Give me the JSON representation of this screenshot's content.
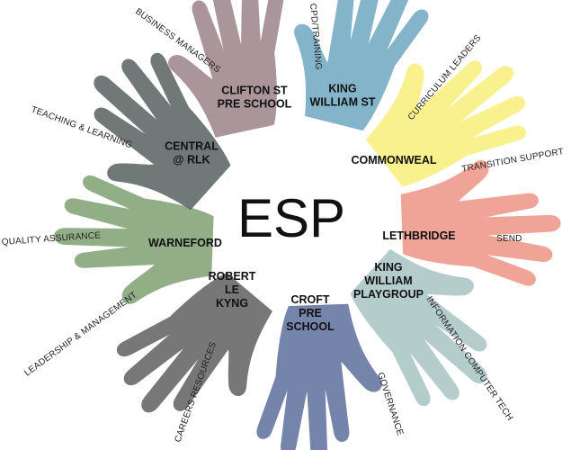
{
  "center": {
    "text": "ESP"
  },
  "hands": [
    {
      "id": "clifton",
      "color": "#9b8289",
      "lines": [
        "CLIFTON ST",
        "PRE SCHOOL"
      ]
    },
    {
      "id": "kingwilliam",
      "color": "#6fa7c0",
      "lines": [
        "KING",
        "WILLIAM ST"
      ]
    },
    {
      "id": "commonweal",
      "color": "#f7ef7a",
      "lines": [
        "COMMONWEAL"
      ]
    },
    {
      "id": "lethbridge",
      "color": "#ec9485",
      "lines": [
        "LETHBRIDGE"
      ]
    },
    {
      "id": "playgroup",
      "color": "#a7c4c2",
      "lines": [
        "KING",
        "WILLIAM",
        "PLAYGROUP"
      ]
    },
    {
      "id": "croft",
      "color": "#5d6f9c",
      "lines": [
        "CROFT",
        "PRE",
        "SCHOOL"
      ]
    },
    {
      "id": "robert",
      "color": "#5f5f5f",
      "lines": [
        "ROBERT",
        "LE",
        "KYNG"
      ]
    },
    {
      "id": "warneford",
      "color": "#7ea071",
      "lines": [
        "WARNEFORD"
      ]
    },
    {
      "id": "central",
      "color": "#576060",
      "lines": [
        "CENTRAL",
        "@ RLK"
      ]
    }
  ],
  "outer_labels": [
    "BUSINESS MANAGERS",
    "CPD/TRAINING",
    "CURRICULUM LEADERS",
    "TRANSITION SUPPORT",
    "SEND",
    "INFORMATION COMPUTER TECH",
    "GOVERNANCE",
    "CAREERS RESOURCES",
    "LEADERSHIP & MANAGEMENT",
    "QUALITY ASSURANCE",
    "TEACHING & LEARNING"
  ]
}
